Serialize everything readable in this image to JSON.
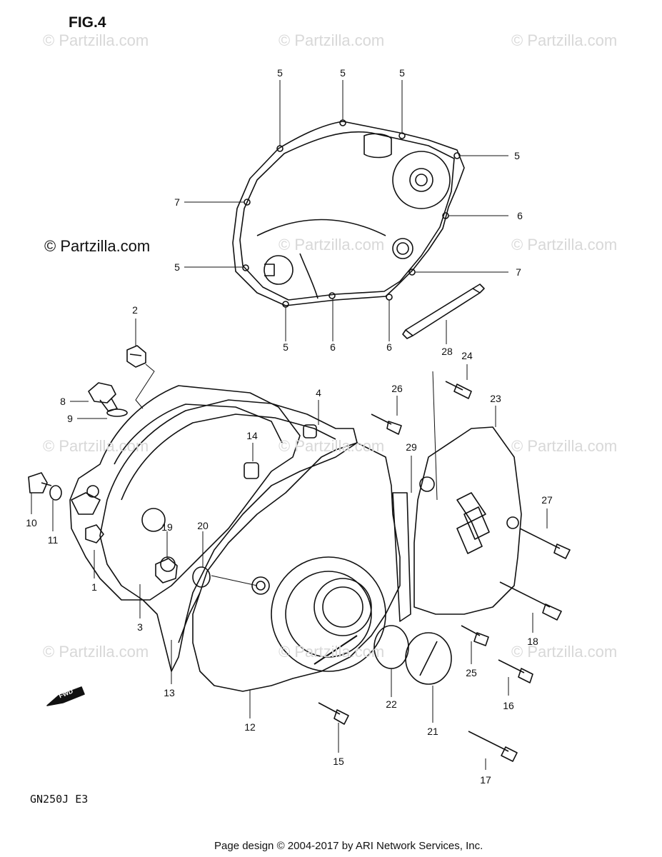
{
  "figure": {
    "title": "FIG.4"
  },
  "copyright": "© Partzilla.com",
  "watermark_text": "© Partzilla.com",
  "model": "GN250J E3",
  "footer": "Page design © 2004-2017 by ARI Network Services, Inc.",
  "fwd_label": "FWD",
  "callouts": [
    {
      "n": "5"
    },
    {
      "n": "5"
    },
    {
      "n": "5"
    },
    {
      "n": "5"
    },
    {
      "n": "7"
    },
    {
      "n": "6"
    },
    {
      "n": "5"
    },
    {
      "n": "7"
    },
    {
      "n": "5"
    },
    {
      "n": "6"
    },
    {
      "n": "6"
    },
    {
      "n": "28"
    },
    {
      "n": "2"
    },
    {
      "n": "24"
    },
    {
      "n": "26"
    },
    {
      "n": "23"
    },
    {
      "n": "4"
    },
    {
      "n": "8"
    },
    {
      "n": "9"
    },
    {
      "n": "14"
    },
    {
      "n": "29"
    },
    {
      "n": "27"
    },
    {
      "n": "10"
    },
    {
      "n": "11"
    },
    {
      "n": "19"
    },
    {
      "n": "20"
    },
    {
      "n": "1"
    },
    {
      "n": "18"
    },
    {
      "n": "3"
    },
    {
      "n": "25"
    },
    {
      "n": "13"
    },
    {
      "n": "22"
    },
    {
      "n": "16"
    },
    {
      "n": "21"
    },
    {
      "n": "12"
    },
    {
      "n": "15"
    },
    {
      "n": "17"
    }
  ]
}
